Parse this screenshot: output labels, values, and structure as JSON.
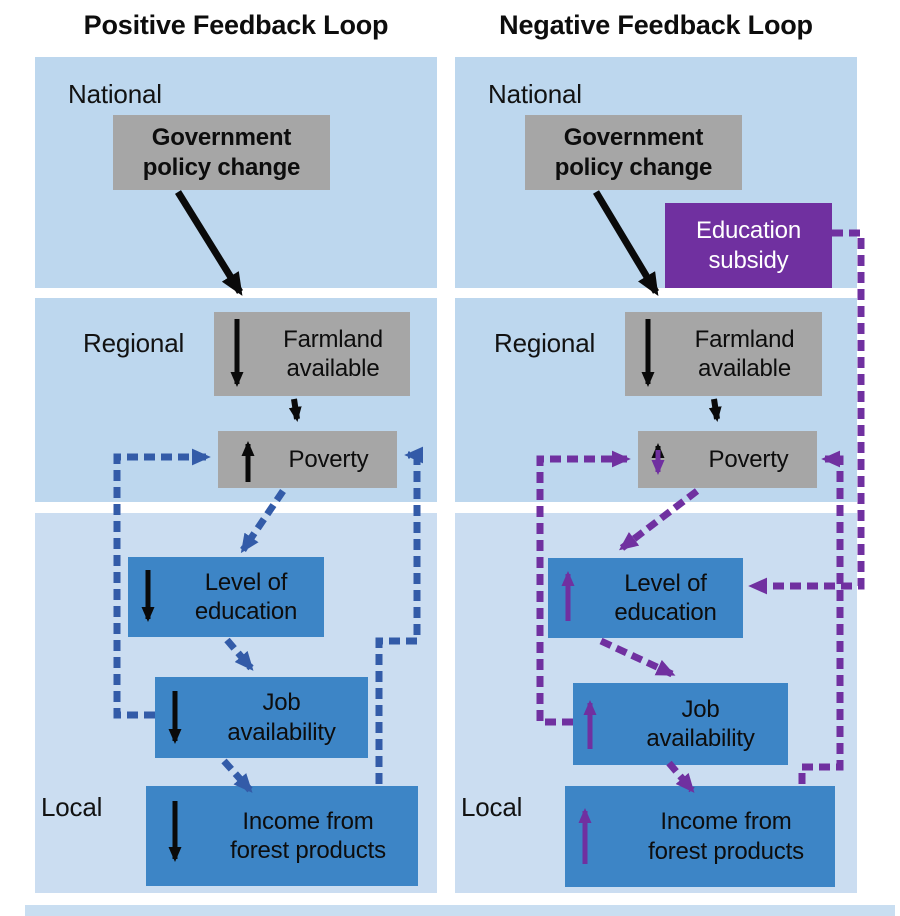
{
  "titles": {
    "left": "Positive Feedback Loop",
    "right": "Negative Feedback Loop"
  },
  "levels": {
    "national": "National",
    "regional": "Regional",
    "local": "Local"
  },
  "nodes": {
    "policy": "Government\npolicy change",
    "farmland": "Farmland\navailable",
    "poverty": "Poverty",
    "education": "Level of\neducation",
    "job": "Job\navailability",
    "income": "Income from\nforest products",
    "subsidy": "Education\nsubsidy"
  },
  "icons": {
    "decrease": "black-down-arrow",
    "increase": "purple-up-arrow",
    "mixed": "black-up-purple-down-arrow",
    "causal": "solid-black-arrow",
    "feedback_positive": "dashed-blue-arrow",
    "feedback_negative": "dashed-purple-arrow"
  },
  "colors": {
    "panel_blue": "#bdd7ee",
    "panel_blue_light": "#cbddf1",
    "strip_blue": "#c9def1",
    "gray_box": "#a6a6a6",
    "blue_box": "#3d85c6",
    "loop_blue": "#335ba8",
    "purple": "#7030a0",
    "arrow_black": "#0a0a0a",
    "text_white": "#ffffff"
  }
}
